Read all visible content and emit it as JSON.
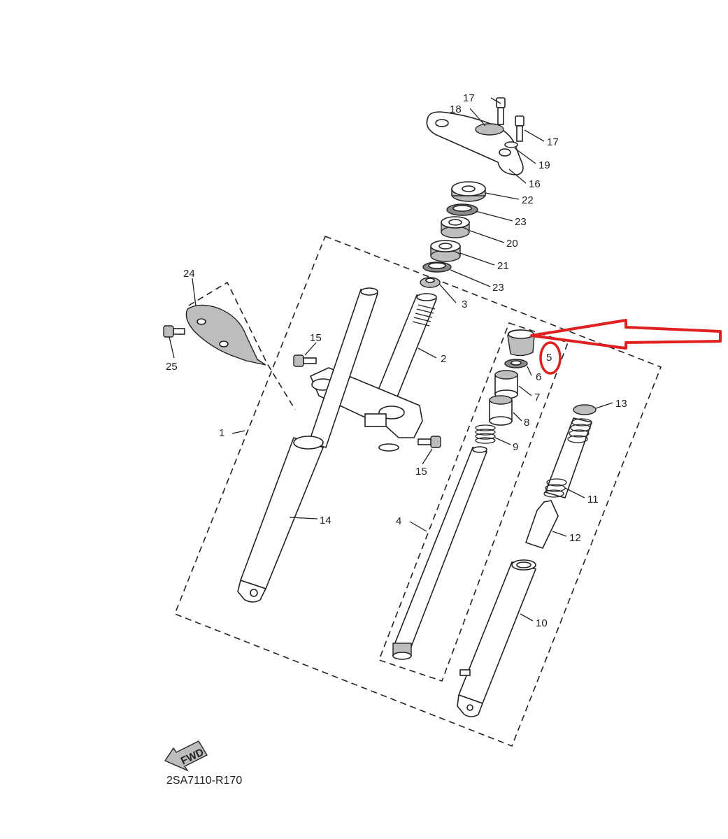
{
  "diagram": {
    "code": "2SA7110-R170",
    "fwd_label": "FWD",
    "highlighted_part": "5",
    "highlight_color": "#e02020",
    "callouts": {
      "p1": "1",
      "p2": "2",
      "p3": "3",
      "p4": "4",
      "p5": "5",
      "p6": "6",
      "p7": "7",
      "p8": "8",
      "p9": "9",
      "p10": "10",
      "p11": "11",
      "p12": "12",
      "p13": "13",
      "p14": "14",
      "p15a": "15",
      "p15b": "15",
      "p16": "16",
      "p17a": "17",
      "p17b": "17",
      "p18": "18",
      "p19": "19",
      "p20": "20",
      "p21": "21",
      "p22": "22",
      "p23a": "23",
      "p23b": "23",
      "p24": "24",
      "p25": "25"
    }
  }
}
